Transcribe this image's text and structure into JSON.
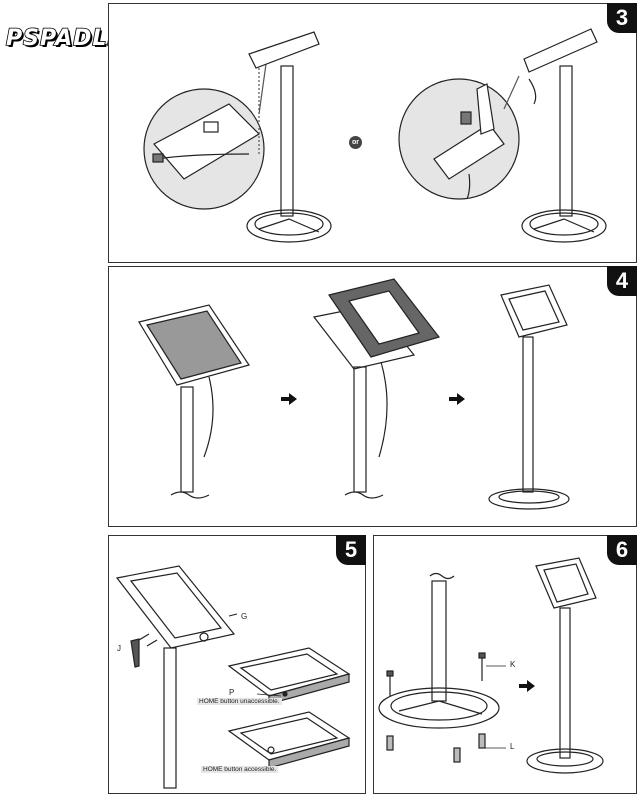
{
  "title": "PSPADLK45",
  "steps": [
    {
      "number": "3",
      "or_label": "or"
    },
    {
      "number": "4"
    },
    {
      "number": "5",
      "labels": {
        "g": "G",
        "j": "J",
        "p": "P"
      },
      "notes": {
        "inaccessible": "HOME button unaccessible.",
        "accessible": "HOME button accessible."
      }
    },
    {
      "number": "6",
      "labels": {
        "k": "K",
        "l": "L"
      }
    }
  ]
}
